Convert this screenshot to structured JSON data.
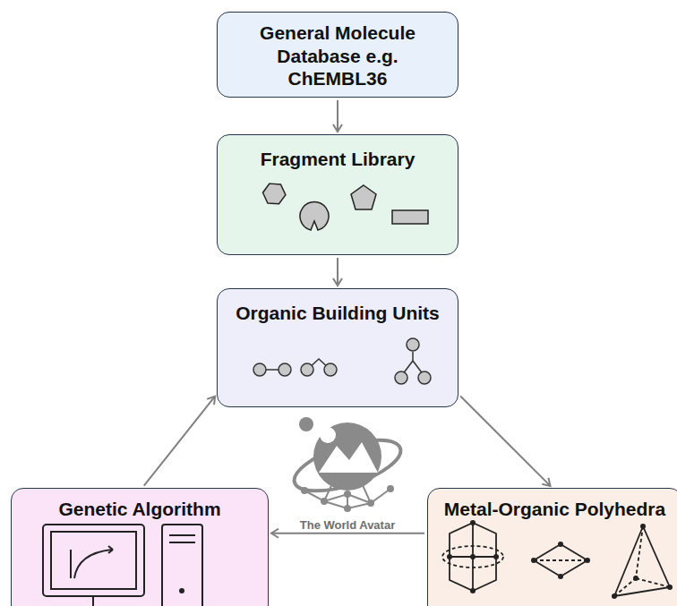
{
  "diagram": {
    "nodes": [
      {
        "text": [
          "General Molecule Database e.g. ChEMBL36"
        ]
      },
      {
        "text": [
          "Fragment Library"
        ]
      },
      {
        "text": [
          "Organic Building Units"
        ]
      },
      {
        "text": [
          "Genetic Algorithm"
        ]
      },
      {
        "text": [
          "Metal-Organic Polyhedra"
        ]
      }
    ],
    "edges": [
      {
        "from": 0,
        "to": 1,
        "arrow": "to"
      },
      {
        "from": 1,
        "to": 2,
        "arrow": "to"
      },
      {
        "from": 2,
        "to": 4,
        "arrow": "to"
      },
      {
        "from": 4,
        "to": 3,
        "arrow": "to"
      },
      {
        "from": 3,
        "to": 2,
        "arrow": "to"
      }
    ],
    "labels": [
      "The World Avatar"
    ]
  }
}
